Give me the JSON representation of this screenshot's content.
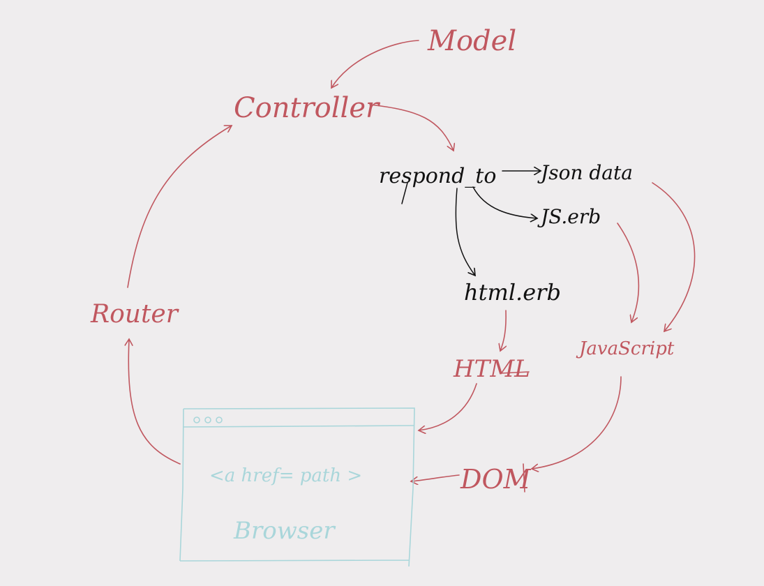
{
  "colors": {
    "background": "#efedee",
    "red": "#c0575f",
    "black": "#111111",
    "cyan": "#a9d6da"
  },
  "nodes": {
    "model": "Model",
    "controller": "Controller",
    "respond_to": "respond_to",
    "json_data": "Json data",
    "js_erb": "JS.erb",
    "html_erb": "html.erb",
    "html": "HTML",
    "javascript": "JavaScript",
    "dom": "DOM",
    "router": "Router"
  },
  "browser": {
    "link": "<a href= path >",
    "label": "Browser"
  }
}
